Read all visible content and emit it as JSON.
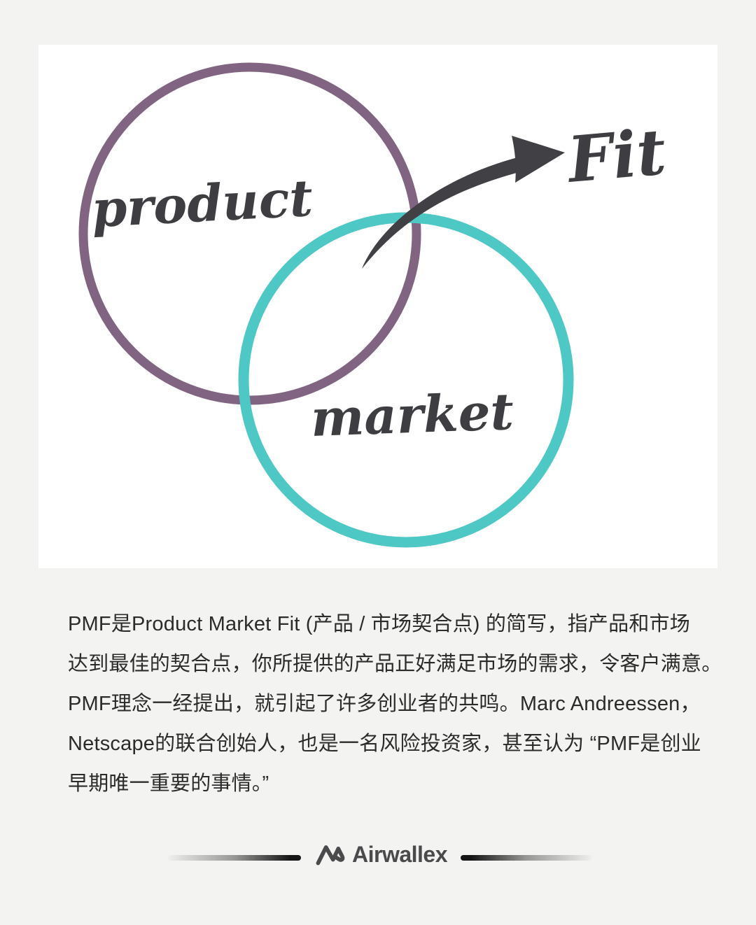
{
  "diagram": {
    "product_label": "product",
    "market_label": "market",
    "fit_label": "Fit",
    "colors": {
      "product_circle": "#806482",
      "market_circle": "#4dc8c5",
      "arrow": "#404045",
      "script_text": "#3d3d42"
    }
  },
  "description": {
    "lines": [
      "PMF是Product Market Fit (产品 / 市场契合点) 的简写，指产品和市场",
      "达到最佳的契合点，你所提供的产品正好满足市场的需求，令客户满意。",
      "PMF理念一经提出，就引起了许多创业者的共鸣。Marc Andreessen，",
      "Netscape的联合创始人，也是一名风险投资家，甚至认为 “PMF是创业",
      "早期唯一重要的事情。”"
    ]
  },
  "footer": {
    "brand": "Airwallex"
  }
}
